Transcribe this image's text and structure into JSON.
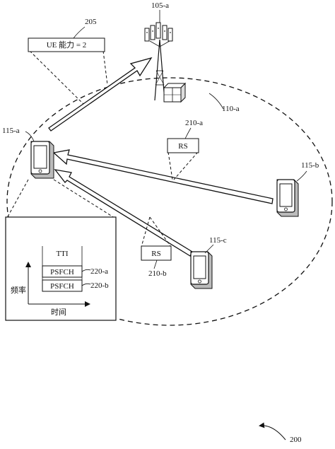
{
  "labels": {
    "base_station": "105-a",
    "ue_capability_ref": "205",
    "ue_capability_text": "UE 能力 = 2",
    "coverage_area": "110-a",
    "ue_a": "115-a",
    "ue_b": "115-b",
    "ue_c": "115-c",
    "rs_top_ref": "210-a",
    "rs_top_text": "RS",
    "rs_bottom_ref": "210-b",
    "rs_bottom_text": "RS",
    "tti": "TTI",
    "psfch_1": "PSFCH",
    "psfch_1_ref": "220-a",
    "psfch_2": "PSFCH",
    "psfch_2_ref": "220-b",
    "freq_axis": "频率",
    "time_axis": "时间",
    "figure_number": "200"
  }
}
